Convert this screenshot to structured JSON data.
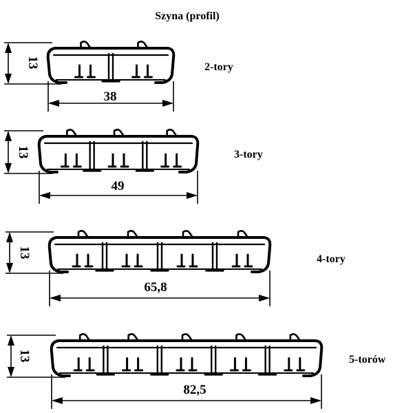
{
  "title": "Szyna (profil)",
  "profiles": [
    {
      "label": "2-tory",
      "width": "38",
      "height": "13",
      "tracks": 2
    },
    {
      "label": "3-tory",
      "width": "49",
      "height": "13",
      "tracks": 3
    },
    {
      "label": "4-tory",
      "width": "65,8",
      "height": "13",
      "tracks": 4
    },
    {
      "label": "5-torów",
      "width": "82,5",
      "height": "13",
      "tracks": 5
    }
  ]
}
